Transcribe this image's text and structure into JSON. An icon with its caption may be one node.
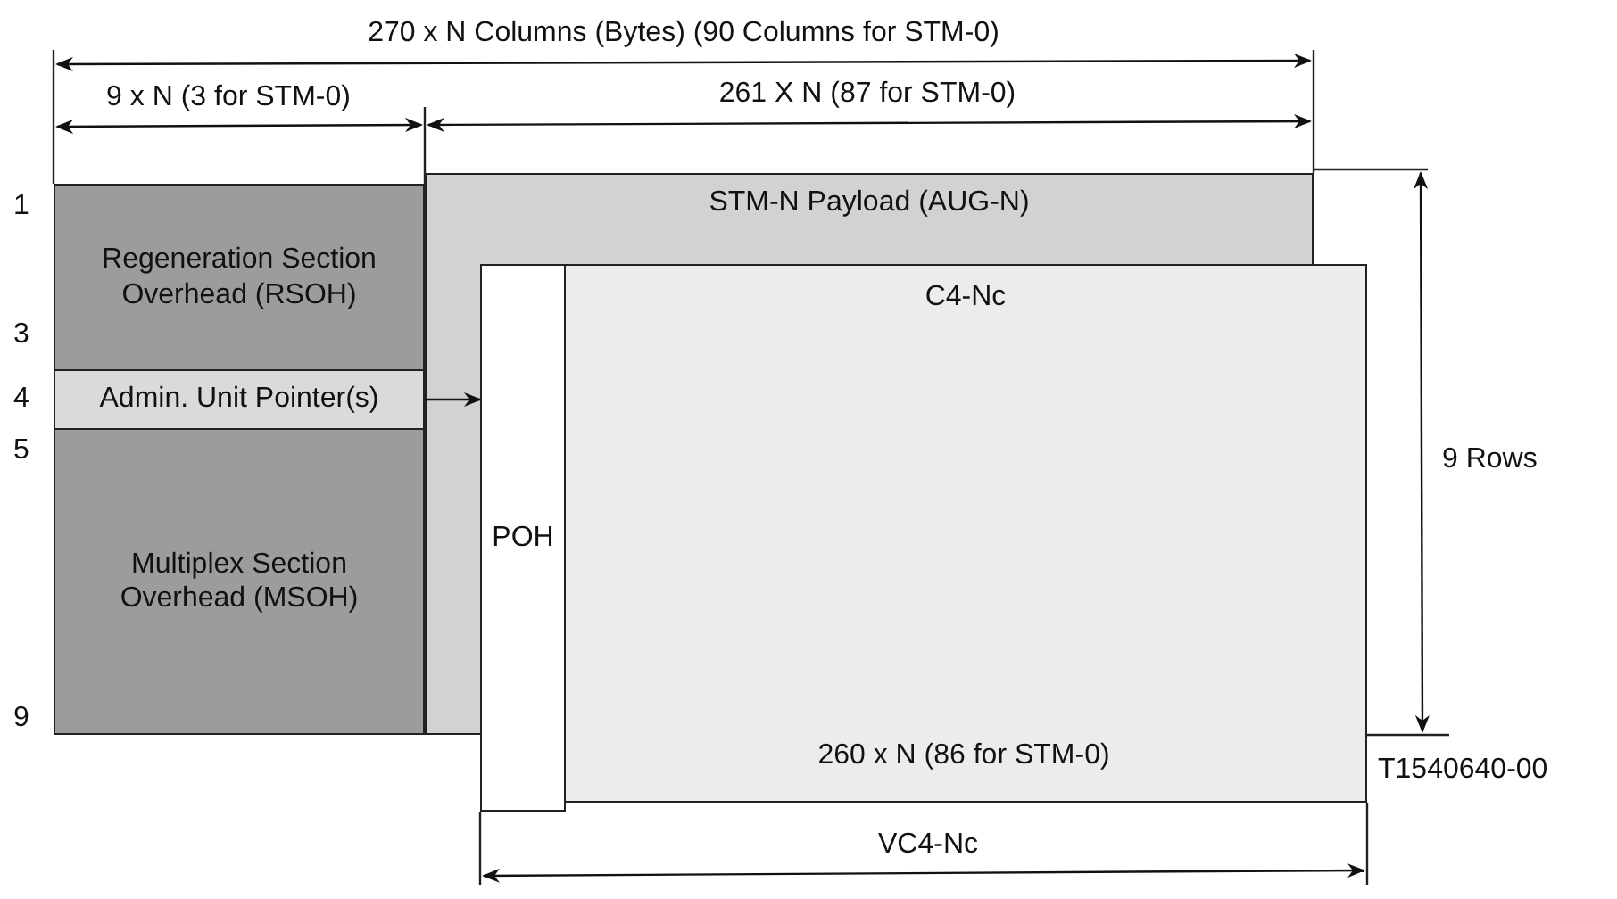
{
  "diagram": {
    "nodes": [
      {
        "text": [
          "STM-N Payload (AUG-N)"
        ]
      },
      {
        "text": [
          "Regeneration Section Overhead (RSOH)"
        ]
      },
      {
        "text": [
          "Admin. Unit Pointer(s)"
        ]
      },
      {
        "text": [
          "Multiplex Section Overhead (MSOH)"
        ]
      },
      {
        "text": [
          "POH"
        ]
      },
      {
        "text": [
          "C4-Nc"
        ]
      }
    ],
    "edges": [
      {
        "from": 2,
        "to": 4,
        "arrow": "to"
      }
    ],
    "labels": [
      "270 x N Columns (Bytes) (90 Columns for STM-0)",
      "9 x N (3 for STM-0)",
      "261 X N (87 for STM-0)",
      "1",
      "3",
      "4",
      "5",
      "9 Rows",
      "9",
      "T1540640-00",
      "260 x N (86 for STM-0)",
      "VC4-Nc"
    ]
  }
}
